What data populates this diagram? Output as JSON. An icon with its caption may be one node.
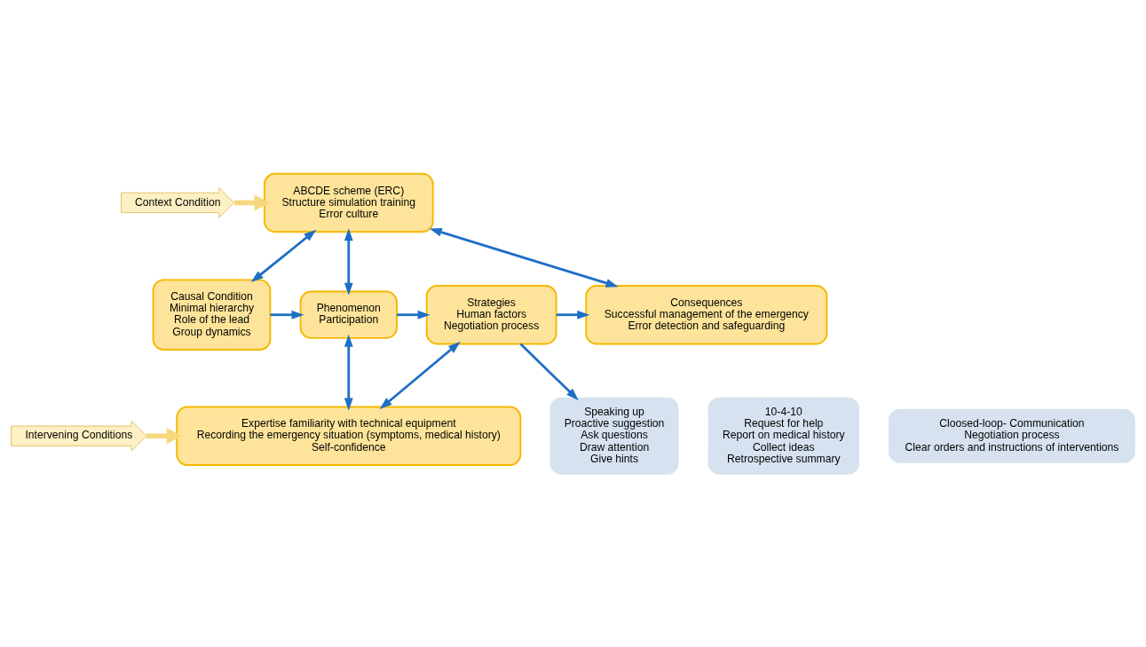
{
  "diagram": {
    "nodes": [
      {
        "text": [
          "Context Condition"
        ]
      },
      {
        "text": [
          "ABCDE scheme (ERC)",
          "Structure simulation training",
          "Error culture"
        ]
      },
      {
        "text": [
          "Causal Condition",
          "Minimal hierarchy",
          "Role of the lead",
          "Group dynamics"
        ]
      },
      {
        "text": [
          "Phenomenon",
          "Participation"
        ]
      },
      {
        "text": [
          "Strategies",
          "Human factors",
          "Negotiation process"
        ]
      },
      {
        "text": [
          "Consequences",
          "Successful management of the emergency",
          "Error detection and safeguarding"
        ]
      },
      {
        "text": [
          "Intervening Conditions"
        ]
      },
      {
        "text": [
          "Expertise familiarity with technical equipment",
          "Recording the emergency situation (symptoms, medical history)",
          "Self-confidence"
        ]
      },
      {
        "text": [
          "10-4-10",
          "Request for help",
          "Report on medical history",
          "Collect ideas",
          "Retrospective summary"
        ]
      },
      {
        "text": [
          "Speaking up",
          "Proactive suggestion",
          "Ask questions",
          "Draw attention",
          "Give hints"
        ]
      },
      {
        "text": [
          "Cloosed-loop- Communication",
          "Negotiation process",
          "Clear orders and instructions of interventions"
        ]
      }
    ],
    "edges": [
      {
        "from": 0,
        "to": 1,
        "arrow": "to",
        "style": "thick",
        "color": "#f6d77e"
      },
      {
        "from": 1,
        "to": 2,
        "arrow": "both"
      },
      {
        "from": 1,
        "to": 3,
        "arrow": "both"
      },
      {
        "from": 1,
        "to": 5,
        "arrow": "both"
      },
      {
        "from": 2,
        "to": 3,
        "arrow": "to"
      },
      {
        "from": 3,
        "to": 4,
        "arrow": "to"
      },
      {
        "from": 4,
        "to": 5,
        "arrow": "to"
      },
      {
        "from": 4,
        "to": 7,
        "arrow": "both"
      },
      {
        "from": 3,
        "to": 7,
        "arrow": "both"
      },
      {
        "from": 4,
        "to": 9,
        "arrow": "to"
      },
      {
        "from": 6,
        "to": 7,
        "arrow": "to",
        "style": "thick",
        "color": "#f6d77e"
      }
    ]
  }
}
